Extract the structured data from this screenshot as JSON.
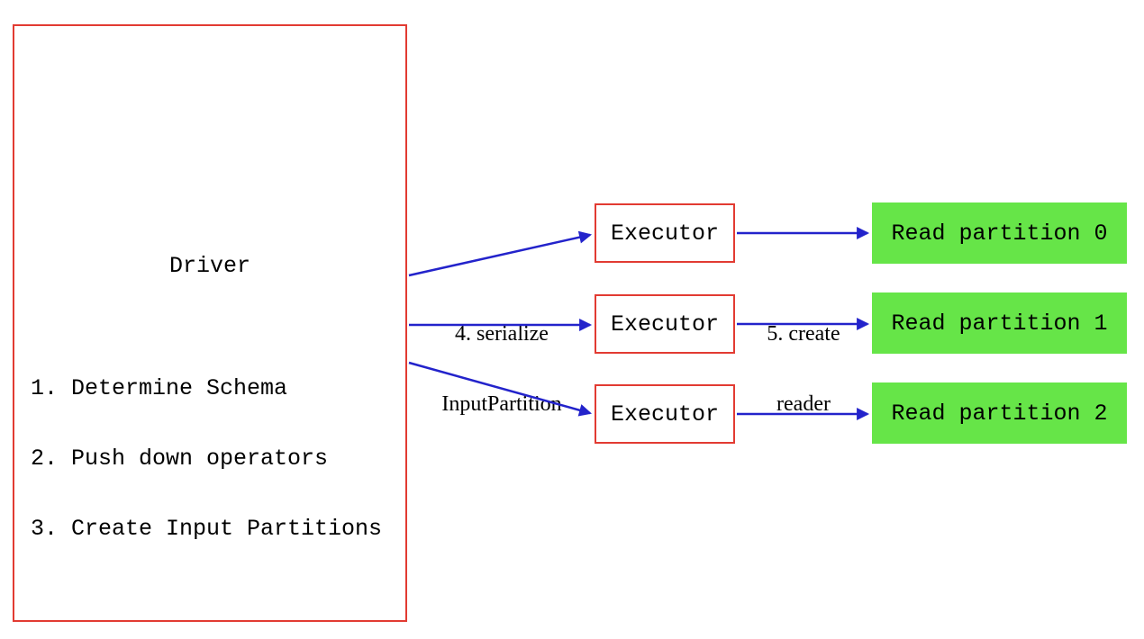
{
  "diagram": {
    "driver": {
      "title": "Driver",
      "steps": [
        "1. Determine Schema",
        "2. Push down operators",
        "3. Create Input Partitions"
      ]
    },
    "executors": [
      {
        "label": "Executor"
      },
      {
        "label": "Executor"
      },
      {
        "label": "Executor"
      }
    ],
    "partitions": [
      {
        "label": "Read partition 0"
      },
      {
        "label": "Read partition 1"
      },
      {
        "label": "Read partition 2"
      }
    ],
    "edge_labels": {
      "serialize": {
        "line1": "4. serialize",
        "line2": "InputPartition"
      },
      "create_reader": {
        "line1": "5. create",
        "line2": "reader"
      }
    },
    "colors": {
      "box_border": "#e23b32",
      "partition_fill": "#66e548",
      "arrow": "#2323cb",
      "text": "#000000",
      "background": "#ffffff"
    }
  }
}
